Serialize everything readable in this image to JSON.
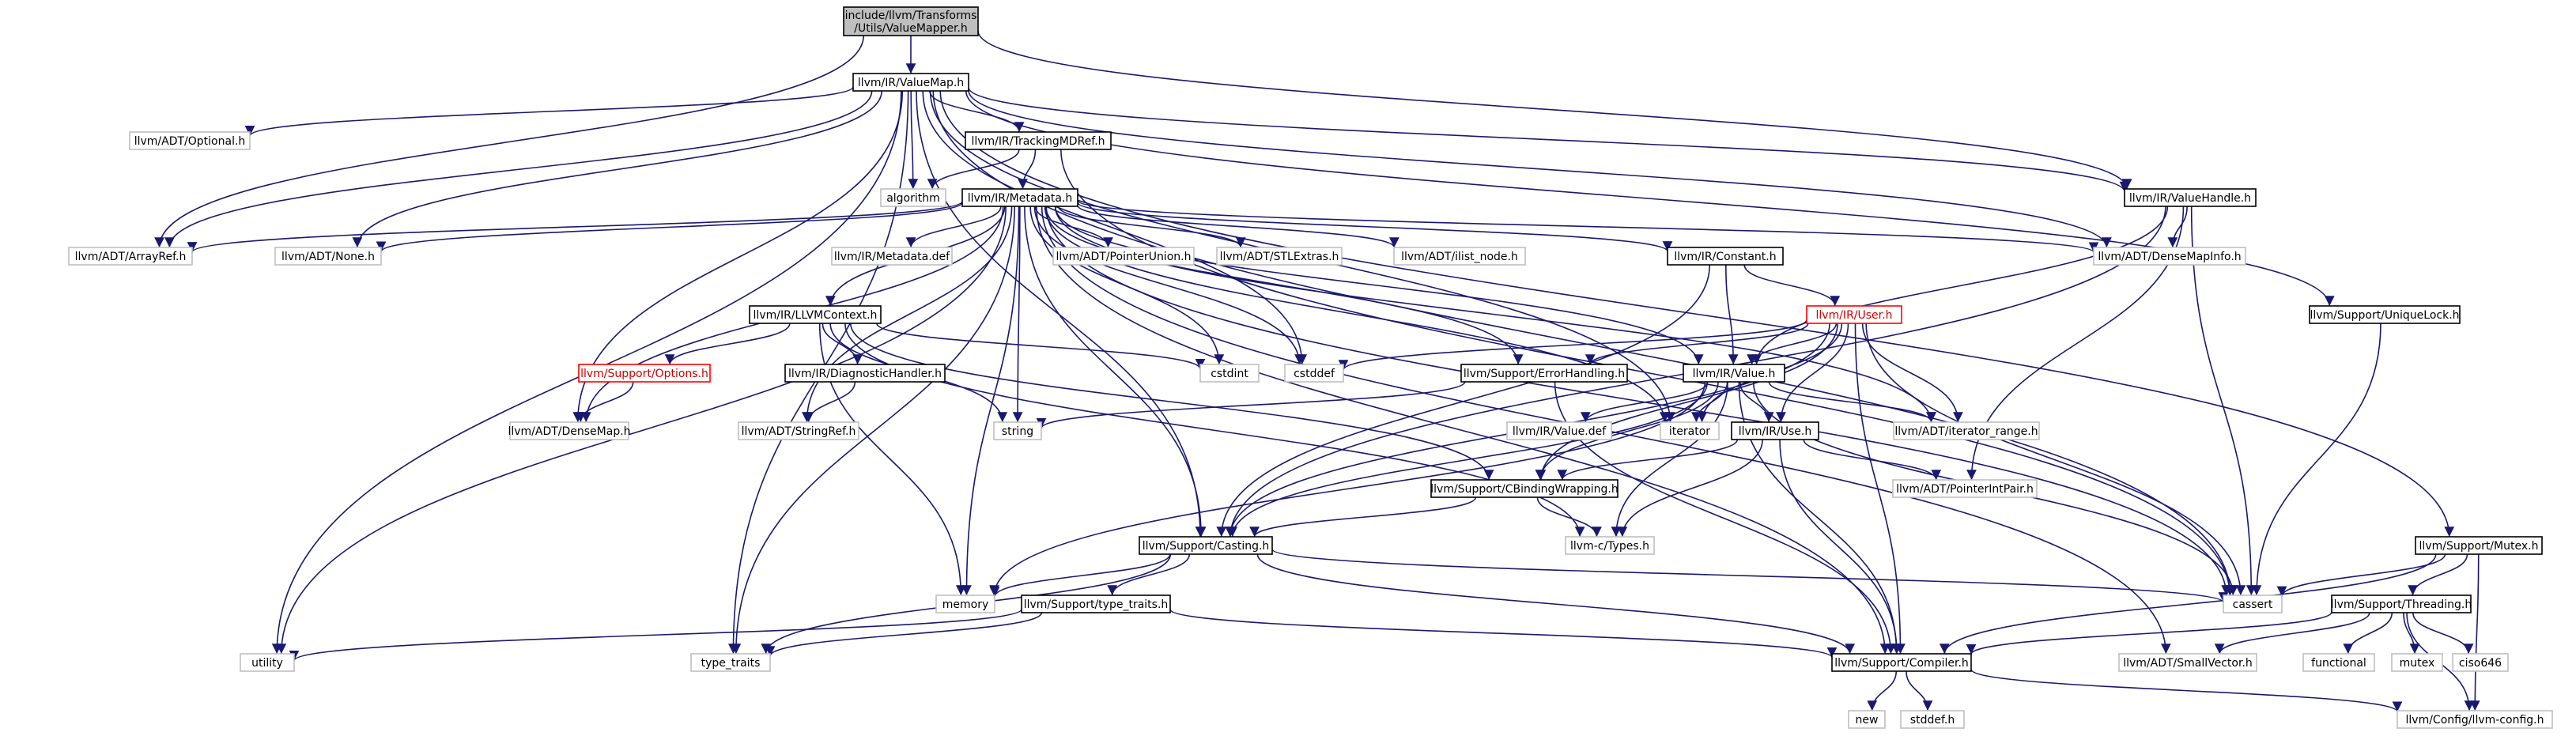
{
  "diagram": {
    "colors": {
      "edge": "#191970",
      "root_fill": "#bfbfbf",
      "node_border": "#000000",
      "external_border": "#bfbfbf",
      "highlight_border": "#ff0000"
    },
    "nodes": [
      {
        "id": "valuemapper",
        "lines": [
          "include/llvm/Transforms",
          "/Utils/ValueMapper.h"
        ],
        "kind": "root"
      },
      {
        "id": "valuemap",
        "lines": [
          "llvm/IR/ValueMap.h"
        ],
        "kind": "doc"
      },
      {
        "id": "optional",
        "lines": [
          "llvm/ADT/Optional.h"
        ],
        "kind": "ext"
      },
      {
        "id": "trackingmdref",
        "lines": [
          "llvm/IR/TrackingMDRef.h"
        ],
        "kind": "doc"
      },
      {
        "id": "algorithm",
        "lines": [
          "algorithm"
        ],
        "kind": "ext"
      },
      {
        "id": "metadata",
        "lines": [
          "llvm/IR/Metadata.h"
        ],
        "kind": "doc"
      },
      {
        "id": "valuehandle",
        "lines": [
          "llvm/IR/ValueHandle.h"
        ],
        "kind": "doc"
      },
      {
        "id": "arrayref",
        "lines": [
          "llvm/ADT/ArrayRef.h"
        ],
        "kind": "ext"
      },
      {
        "id": "none",
        "lines": [
          "llvm/ADT/None.h"
        ],
        "kind": "ext"
      },
      {
        "id": "metadatadef",
        "lines": [
          "llvm/IR/Metadata.def"
        ],
        "kind": "ext"
      },
      {
        "id": "pointerunion",
        "lines": [
          "llvm/ADT/PointerUnion.h"
        ],
        "kind": "ext"
      },
      {
        "id": "stlextras",
        "lines": [
          "llvm/ADT/STLExtras.h"
        ],
        "kind": "ext"
      },
      {
        "id": "ilistnode",
        "lines": [
          "llvm/ADT/ilist_node.h"
        ],
        "kind": "ext"
      },
      {
        "id": "constant",
        "lines": [
          "llvm/IR/Constant.h"
        ],
        "kind": "doc"
      },
      {
        "id": "densemapinfo",
        "lines": [
          "llvm/ADT/DenseMapInfo.h"
        ],
        "kind": "ext"
      },
      {
        "id": "uniquelock",
        "lines": [
          "llvm/Support/UniqueLock.h"
        ],
        "kind": "doc"
      },
      {
        "id": "user",
        "lines": [
          "llvm/IR/User.h"
        ],
        "kind": "red"
      },
      {
        "id": "llvmcontext",
        "lines": [
          "llvm/IR/LLVMContext.h"
        ],
        "kind": "doc"
      },
      {
        "id": "cstdint",
        "lines": [
          "cstdint"
        ],
        "kind": "ext"
      },
      {
        "id": "cstddef",
        "lines": [
          "cstddef"
        ],
        "kind": "ext"
      },
      {
        "id": "errorhandling",
        "lines": [
          "llvm/Support/ErrorHandling.h"
        ],
        "kind": "doc"
      },
      {
        "id": "value",
        "lines": [
          "llvm/IR/Value.h"
        ],
        "kind": "doc"
      },
      {
        "id": "options",
        "lines": [
          "llvm/Support/Options.h"
        ],
        "kind": "red"
      },
      {
        "id": "diaghandler",
        "lines": [
          "llvm/IR/DiagnosticHandler.h"
        ],
        "kind": "doc"
      },
      {
        "id": "string",
        "lines": [
          "string"
        ],
        "kind": "ext"
      },
      {
        "id": "densemap",
        "lines": [
          "llvm/ADT/DenseMap.h"
        ],
        "kind": "ext"
      },
      {
        "id": "stringref",
        "lines": [
          "llvm/ADT/StringRef.h"
        ],
        "kind": "ext"
      },
      {
        "id": "valuedef",
        "lines": [
          "llvm/IR/Value.def"
        ],
        "kind": "ext"
      },
      {
        "id": "iterator",
        "lines": [
          "iterator"
        ],
        "kind": "ext"
      },
      {
        "id": "use",
        "lines": [
          "llvm/IR/Use.h"
        ],
        "kind": "doc"
      },
      {
        "id": "iteratorrange",
        "lines": [
          "llvm/ADT/iterator_range.h"
        ],
        "kind": "ext"
      },
      {
        "id": "pointerintpair",
        "lines": [
          "llvm/ADT/PointerIntPair.h"
        ],
        "kind": "ext"
      },
      {
        "id": "cbinding",
        "lines": [
          "llvm/Support/CBindingWrapping.h"
        ],
        "kind": "doc"
      },
      {
        "id": "casting",
        "lines": [
          "llvm/Support/Casting.h"
        ],
        "kind": "doc"
      },
      {
        "id": "ctypes",
        "lines": [
          "llvm-c/Types.h"
        ],
        "kind": "ext"
      },
      {
        "id": "mutex",
        "lines": [
          "llvm/Support/Mutex.h"
        ],
        "kind": "doc"
      },
      {
        "id": "memory",
        "lines": [
          "memory"
        ],
        "kind": "ext"
      },
      {
        "id": "typetraitsh",
        "lines": [
          "llvm/Support/type_traits.h"
        ],
        "kind": "doc"
      },
      {
        "id": "cassert",
        "lines": [
          "cassert"
        ],
        "kind": "ext"
      },
      {
        "id": "threading",
        "lines": [
          "llvm/Support/Threading.h"
        ],
        "kind": "doc"
      },
      {
        "id": "utility",
        "lines": [
          "utility"
        ],
        "kind": "ext"
      },
      {
        "id": "typetraits",
        "lines": [
          "type_traits"
        ],
        "kind": "ext"
      },
      {
        "id": "compiler",
        "lines": [
          "llvm/Support/Compiler.h"
        ],
        "kind": "doc"
      },
      {
        "id": "smallvector",
        "lines": [
          "llvm/ADT/SmallVector.h"
        ],
        "kind": "ext"
      },
      {
        "id": "functional",
        "lines": [
          "functional"
        ],
        "kind": "ext"
      },
      {
        "id": "mutexstd",
        "lines": [
          "mutex"
        ],
        "kind": "ext"
      },
      {
        "id": "ciso646",
        "lines": [
          "ciso646"
        ],
        "kind": "ext"
      },
      {
        "id": "new",
        "lines": [
          "new"
        ],
        "kind": "ext"
      },
      {
        "id": "stddef",
        "lines": [
          "stddef.h"
        ],
        "kind": "ext"
      },
      {
        "id": "llvmconfig",
        "lines": [
          "llvm/Config/llvm-config.h"
        ],
        "kind": "ext"
      }
    ],
    "edges": [
      [
        "valuemapper",
        "valuemap"
      ],
      [
        "valuemapper",
        "valuehandle"
      ],
      [
        "valuemapper",
        "arrayref"
      ],
      [
        "valuemap",
        "optional"
      ],
      [
        "valuemap",
        "trackingmdref"
      ],
      [
        "valuemap",
        "algorithm"
      ],
      [
        "valuemap",
        "valuehandle"
      ],
      [
        "valuemap",
        "arrayref"
      ],
      [
        "valuemap",
        "none"
      ],
      [
        "valuemap",
        "densemapinfo"
      ],
      [
        "valuemap",
        "uniquelock"
      ],
      [
        "valuemap",
        "mutex"
      ],
      [
        "valuemap",
        "densemap"
      ],
      [
        "valuemap",
        "casting"
      ],
      [
        "valuemap",
        "cstddef"
      ],
      [
        "valuemap",
        "utility"
      ],
      [
        "valuemap",
        "typetraits"
      ],
      [
        "valuemap",
        "iterator"
      ],
      [
        "valuemap",
        "cassert"
      ],
      [
        "trackingmdref",
        "metadata"
      ],
      [
        "trackingmdref",
        "algorithm"
      ],
      [
        "trackingmdref",
        "cassert"
      ],
      [
        "metadata",
        "arrayref"
      ],
      [
        "metadata",
        "none"
      ],
      [
        "metadata",
        "metadatadef"
      ],
      [
        "metadata",
        "pointerunion"
      ],
      [
        "metadata",
        "stlextras"
      ],
      [
        "metadata",
        "ilistnode"
      ],
      [
        "metadata",
        "constant"
      ],
      [
        "metadata",
        "densemapinfo"
      ],
      [
        "metadata",
        "llvmcontext"
      ],
      [
        "metadata",
        "cstdint"
      ],
      [
        "metadata",
        "cstddef"
      ],
      [
        "metadata",
        "errorhandling"
      ],
      [
        "metadata",
        "value"
      ],
      [
        "metadata",
        "densemap"
      ],
      [
        "metadata",
        "stringref"
      ],
      [
        "metadata",
        "string"
      ],
      [
        "metadata",
        "iterator"
      ],
      [
        "metadata",
        "iteratorrange"
      ],
      [
        "metadata",
        "casting"
      ],
      [
        "metadata",
        "memory"
      ],
      [
        "metadata",
        "utility"
      ],
      [
        "metadata",
        "typetraits"
      ],
      [
        "metadata",
        "cassert"
      ],
      [
        "metadata",
        "smallvector"
      ],
      [
        "metadata",
        "compiler"
      ],
      [
        "valuehandle",
        "densemapinfo"
      ],
      [
        "valuehandle",
        "value"
      ],
      [
        "valuehandle",
        "pointerintpair"
      ],
      [
        "valuehandle",
        "casting"
      ],
      [
        "valuehandle",
        "cassert"
      ],
      [
        "uniquelock",
        "cassert"
      ],
      [
        "constant",
        "user"
      ],
      [
        "constant",
        "value"
      ],
      [
        "constant",
        "casting"
      ],
      [
        "user",
        "cstddef"
      ],
      [
        "user",
        "errorhandling"
      ],
      [
        "user",
        "value"
      ],
      [
        "user",
        "iterator"
      ],
      [
        "user",
        "use"
      ],
      [
        "user",
        "iteratorrange"
      ],
      [
        "user",
        "casting"
      ],
      [
        "user",
        "cassert"
      ],
      [
        "user",
        "compiler"
      ],
      [
        "user",
        "cbinding"
      ],
      [
        "llvmcontext",
        "options"
      ],
      [
        "llvmcontext",
        "diaghandler"
      ],
      [
        "llvmcontext",
        "cstdint"
      ],
      [
        "llvmcontext",
        "string"
      ],
      [
        "llvmcontext",
        "memory"
      ],
      [
        "llvmcontext",
        "cbinding"
      ],
      [
        "llvmcontext",
        "ctypes"
      ],
      [
        "options",
        "densemap"
      ],
      [
        "diaghandler",
        "stringref"
      ],
      [
        "errorhandling",
        "compiler"
      ],
      [
        "errorhandling",
        "string"
      ],
      [
        "value",
        "valuedef"
      ],
      [
        "value",
        "iterator"
      ],
      [
        "value",
        "use"
      ],
      [
        "value",
        "iteratorrange"
      ],
      [
        "value",
        "cbinding"
      ],
      [
        "value",
        "casting"
      ],
      [
        "value",
        "ctypes"
      ],
      [
        "value",
        "memory"
      ],
      [
        "value",
        "cassert"
      ],
      [
        "value",
        "compiler"
      ],
      [
        "use",
        "pointerintpair"
      ],
      [
        "use",
        "cbinding"
      ],
      [
        "use",
        "ctypes"
      ],
      [
        "use",
        "compiler"
      ],
      [
        "cbinding",
        "casting"
      ],
      [
        "cbinding",
        "ctypes"
      ],
      [
        "casting",
        "memory"
      ],
      [
        "casting",
        "typetraitsh"
      ],
      [
        "casting",
        "cassert"
      ],
      [
        "casting",
        "compiler"
      ],
      [
        "casting",
        "typetraits"
      ],
      [
        "typetraitsh",
        "utility"
      ],
      [
        "typetraitsh",
        "typetraits"
      ],
      [
        "typetraitsh",
        "compiler"
      ],
      [
        "mutex",
        "cassert"
      ],
      [
        "mutex",
        "threading"
      ],
      [
        "mutex",
        "compiler"
      ],
      [
        "mutex",
        "llvmconfig"
      ],
      [
        "threading",
        "compiler"
      ],
      [
        "threading",
        "smallvector"
      ],
      [
        "threading",
        "functional"
      ],
      [
        "threading",
        "mutexstd"
      ],
      [
        "threading",
        "ciso646"
      ],
      [
        "threading",
        "llvmconfig"
      ],
      [
        "compiler",
        "new"
      ],
      [
        "compiler",
        "stddef"
      ],
      [
        "compiler",
        "llvmconfig"
      ]
    ]
  }
}
